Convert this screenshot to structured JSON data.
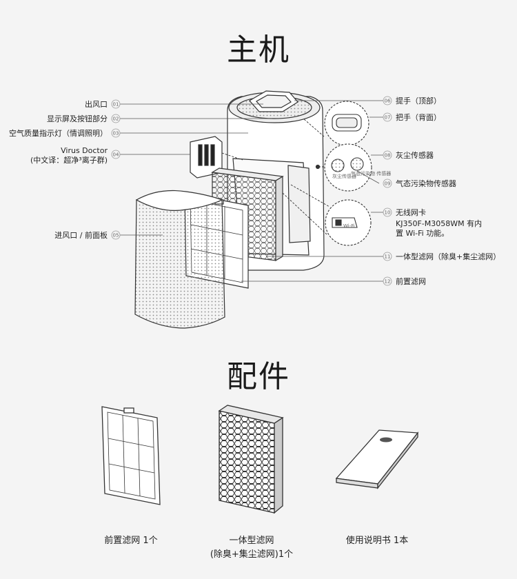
{
  "titles": {
    "main_unit": "主机",
    "accessories": "配件"
  },
  "labels_left": [
    {
      "num": "01",
      "line1": "出风口",
      "line2": ""
    },
    {
      "num": "02",
      "line1": "显示屏及按钮部分",
      "line2": ""
    },
    {
      "num": "03",
      "line1": "空气质量指示灯（情调照明）",
      "line2": ""
    },
    {
      "num": "04",
      "line1": "Virus Doctor",
      "line2": "(中文译：超净³离子群)"
    },
    {
      "num": "05",
      "line1": "进风口 / 前面板",
      "line2": ""
    }
  ],
  "labels_right": [
    {
      "num": "06",
      "line1": "提手（顶部）",
      "line2": "",
      "line3": ""
    },
    {
      "num": "07",
      "line1": "把手（背面）",
      "line2": "",
      "line3": ""
    },
    {
      "num": "08",
      "line1": "灰尘传感器",
      "line2": "",
      "line3": ""
    },
    {
      "num": "09",
      "line1": "气态污染物传感器",
      "line2": "",
      "line3": ""
    },
    {
      "num": "10",
      "line1": "无线网卡",
      "line2": "KJ350F-M3058WM 有内",
      "line3": "置 Wi-Fi 功能。"
    },
    {
      "num": "11",
      "line1": "一体型滤网（除臭+集尘滤网）",
      "line2": "",
      "line3": ""
    },
    {
      "num": "12",
      "line1": "前置滤网",
      "line2": "",
      "line3": ""
    }
  ],
  "sensor_callouts": {
    "dust": "灰尘传感器",
    "gas": "气态污染物\n传感器",
    "wifi": "Wi-Fi"
  },
  "accessories": [
    {
      "line1": "前置滤网 1个",
      "line2": ""
    },
    {
      "line1": "一体型滤网",
      "line2": "(除臭+集尘滤网)1个"
    },
    {
      "line1": "使用说明书 1本",
      "line2": ""
    }
  ]
}
